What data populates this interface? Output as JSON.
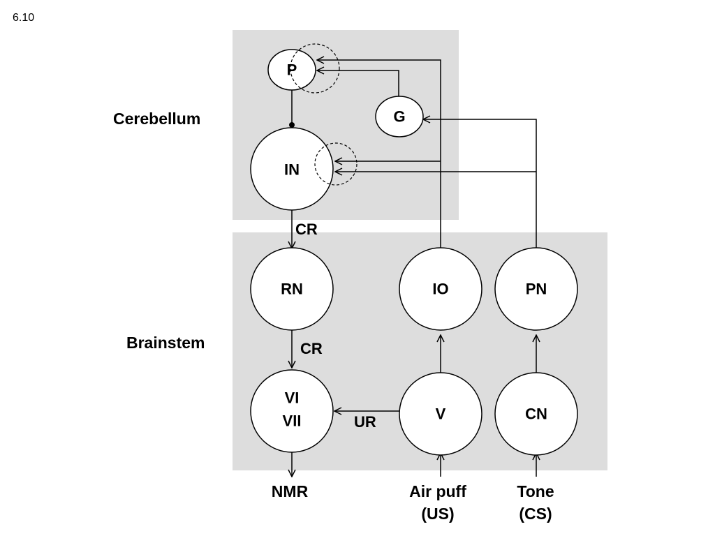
{
  "figure_number": "6.10",
  "regions": {
    "cerebellum": "Cerebellum",
    "brainstem": "Brainstem"
  },
  "nodes": {
    "p": "P",
    "g": "G",
    "in": "IN",
    "rn": "RN",
    "io": "IO",
    "pn": "PN",
    "vi": "VI",
    "vii": "VII",
    "v": "V",
    "cn": "CN"
  },
  "signals": {
    "cr_in_rn": "CR",
    "cr_rn_vi": "CR",
    "ur": "UR"
  },
  "inputs_outputs": {
    "nmr": "NMR",
    "air_puff": "Air puff",
    "us": "(US)",
    "tone": "Tone",
    "cs": "(CS)"
  }
}
